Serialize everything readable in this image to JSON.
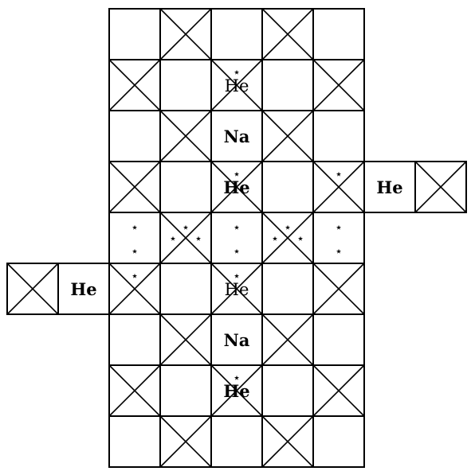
{
  "grid": {
    "rows": 9,
    "cols": 5
  },
  "crossed_cells": [
    [
      0,
      1
    ],
    [
      0,
      3
    ],
    [
      1,
      0
    ],
    [
      1,
      2
    ],
    [
      1,
      4
    ],
    [
      2,
      1
    ],
    [
      2,
      3
    ],
    [
      3,
      0
    ],
    [
      3,
      2
    ],
    [
      3,
      4
    ],
    [
      4,
      1
    ],
    [
      4,
      3
    ],
    [
      5,
      0
    ],
    [
      5,
      2
    ],
    [
      5,
      4
    ],
    [
      6,
      1
    ],
    [
      6,
      3
    ],
    [
      7,
      0
    ],
    [
      7,
      2
    ],
    [
      7,
      4
    ],
    [
      8,
      1
    ],
    [
      8,
      3
    ]
  ],
  "side_cells": [
    {
      "id": "right-crossed",
      "row": 3,
      "col": 6,
      "crossed": true
    },
    {
      "id": "right-label",
      "row": 3,
      "col": 5,
      "crossed": false
    },
    {
      "id": "left-crossed",
      "row": 5,
      "col": -2,
      "crossed": true
    },
    {
      "id": "left-label",
      "row": 5,
      "col": -1,
      "crossed": false
    }
  ],
  "labels": [
    {
      "id": "he-r1",
      "row": 1,
      "col": 2,
      "text": "He",
      "bold": false
    },
    {
      "id": "na-r2",
      "row": 2,
      "col": 2,
      "text": "Na",
      "bold": true
    },
    {
      "id": "he-r3",
      "row": 3,
      "col": 2,
      "text": "He",
      "bold": true
    },
    {
      "id": "he-right",
      "row": 3,
      "col": 5,
      "text": "He",
      "bold": true
    },
    {
      "id": "he-left",
      "row": 5,
      "col": -1,
      "text": "He",
      "bold": true
    },
    {
      "id": "he-r5",
      "row": 5,
      "col": 2,
      "text": "He",
      "bold": false
    },
    {
      "id": "na-r6",
      "row": 6,
      "col": 2,
      "text": "Na",
      "bold": true
    },
    {
      "id": "he-r7",
      "row": 7,
      "col": 2,
      "text": "He",
      "bold": true
    }
  ],
  "star_glyph": "⋆",
  "stars": [
    {
      "row": 1,
      "col": 2,
      "pos": "top"
    },
    {
      "row": 3,
      "col": 2,
      "pos": "top"
    },
    {
      "row": 3,
      "col": 4,
      "pos": "top"
    },
    {
      "row": 4,
      "col": 0,
      "pos": "upper"
    },
    {
      "row": 4,
      "col": 0,
      "pos": "lower"
    },
    {
      "row": 4,
      "col": 1,
      "pos": "x-top"
    },
    {
      "row": 4,
      "col": 1,
      "pos": "x-left"
    },
    {
      "row": 4,
      "col": 1,
      "pos": "x-right"
    },
    {
      "row": 4,
      "col": 2,
      "pos": "upper"
    },
    {
      "row": 4,
      "col": 2,
      "pos": "lower"
    },
    {
      "row": 4,
      "col": 3,
      "pos": "x-top"
    },
    {
      "row": 4,
      "col": 3,
      "pos": "x-left"
    },
    {
      "row": 4,
      "col": 3,
      "pos": "x-right"
    },
    {
      "row": 4,
      "col": 4,
      "pos": "upper"
    },
    {
      "row": 4,
      "col": 4,
      "pos": "lower"
    },
    {
      "row": 5,
      "col": 0,
      "pos": "top"
    },
    {
      "row": 5,
      "col": 2,
      "pos": "top"
    },
    {
      "row": 7,
      "col": 2,
      "pos": "top"
    }
  ]
}
